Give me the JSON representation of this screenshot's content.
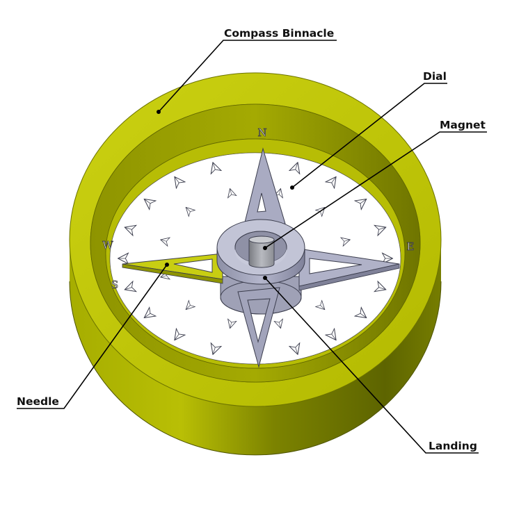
{
  "callouts": {
    "compass_binnacle": "Compass Binnacle",
    "dial": "Dial",
    "magnet": "Magnet",
    "needle": "Needle",
    "landing": "Landing"
  },
  "dial_letters": {
    "north": "N",
    "south": "S",
    "east": "E",
    "west": "W"
  },
  "colors": {
    "binnacle_light": "#c9cf10",
    "binnacle_mid": "#a8ae00",
    "binnacle_dark": "#636b00",
    "binnacle_inner": "#8f9500",
    "dial_face": "#ffffff",
    "rose_metal": "#a8aac2",
    "rose_metal_dark": "#7f8198",
    "rose_outline": "#3a3c4c",
    "leader_line": "#000000"
  }
}
